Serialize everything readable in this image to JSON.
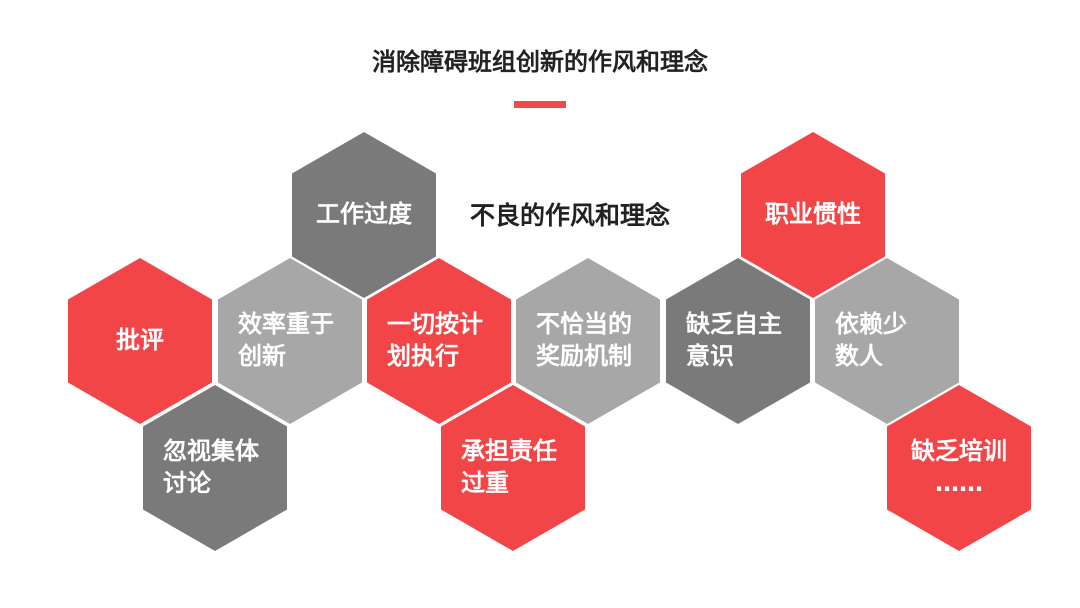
{
  "title": "消除障碍班组创新的作风和理念",
  "center_label": "不良的作风和理念",
  "colors": {
    "red": "#f24548",
    "dark_gray": "#7a7a7a",
    "light_gray": "#a7a7a7",
    "accent_bar": "#f0484b"
  },
  "hexagons": [
    {
      "label": "工作过度",
      "color": "dark_gray"
    },
    {
      "label": "职业惯性",
      "color": "red"
    },
    {
      "label": "批评",
      "color": "red"
    },
    {
      "label": "效率重于\n创新",
      "color": "light_gray"
    },
    {
      "label": "一切按计\n划执行",
      "color": "red"
    },
    {
      "label": "不恰当的\n奖励机制",
      "color": "light_gray"
    },
    {
      "label": "缺乏自主\n意识",
      "color": "dark_gray"
    },
    {
      "label": "依赖少\n数人",
      "color": "light_gray"
    },
    {
      "label": "忽视集体\n讨论",
      "color": "dark_gray"
    },
    {
      "label": "承担责任\n过重",
      "color": "red"
    },
    {
      "label": "缺乏培训\n……",
      "color": "red"
    }
  ]
}
